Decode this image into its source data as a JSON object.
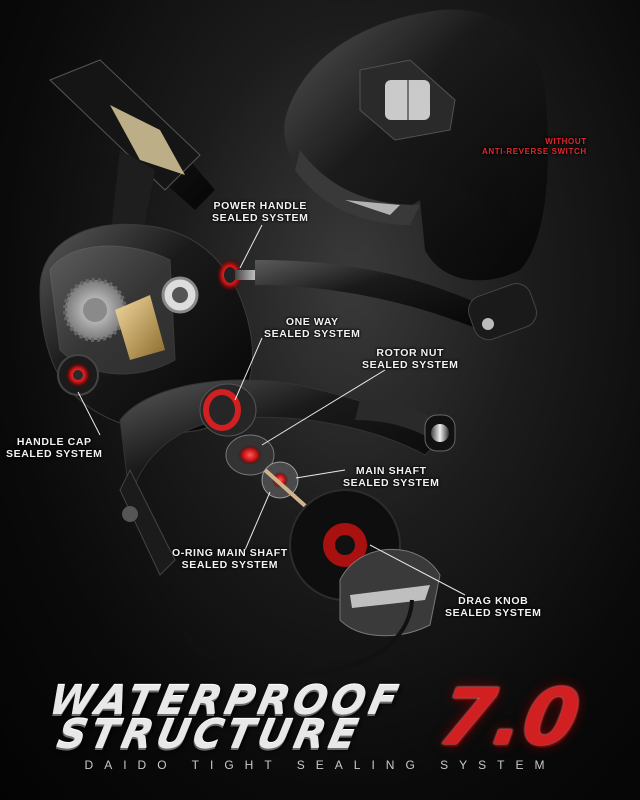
{
  "callouts": {
    "power_handle": [
      "POWER HANDLE",
      "SEALED SYSTEM"
    ],
    "one_way": [
      "ONE WAY",
      "SEALED SYSTEM"
    ],
    "rotor_nut": [
      "ROTOR NUT",
      "SEALED SYSTEM"
    ],
    "handle_cap": [
      "HANDLE CAP",
      "SEALED SYSTEM"
    ],
    "main_shaft": [
      "MAIN SHAFT",
      "SEALED SYSTEM"
    ],
    "oring_main_shaft": [
      "O-RING MAIN SHAFT",
      "SEALED SYSTEM"
    ],
    "drag_knob": [
      "DRAG KNOB",
      "SEALED SYSTEM"
    ],
    "without_switch": [
      "WITHOUT",
      "ANTI-REVERSE SWITCH"
    ]
  },
  "title": {
    "line1": "WATERPROOF",
    "line2": "STRUCTURE",
    "version": "7.0",
    "subtitle": "DAIDO TIGHT SEALING SYSTEM"
  },
  "colors": {
    "accent_red": "#d11f22",
    "background": "#0a0a0a"
  }
}
